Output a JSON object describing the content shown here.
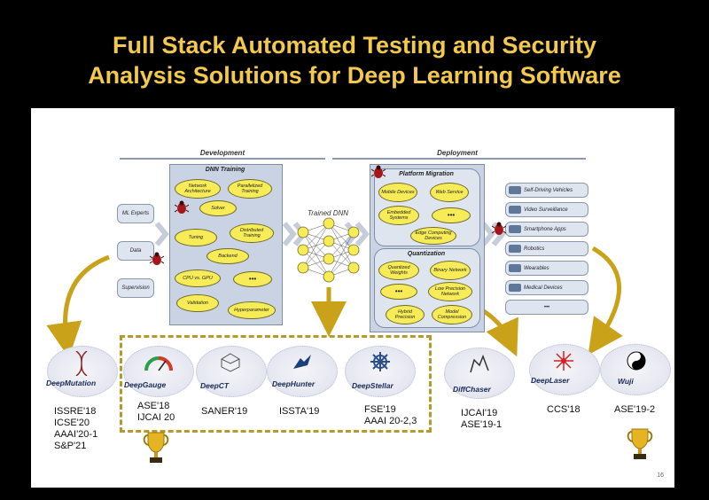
{
  "title": {
    "line1": "Full Stack Automated Testing and Security",
    "line2": "Analysis Solutions for Deep Learning Software"
  },
  "diagram": {
    "development_label": "Development",
    "deployment_label": "Deployment",
    "inputs": [
      "ML Experts",
      "Data",
      "Supervision"
    ],
    "dnn_training": {
      "title": "DNN Training",
      "items": [
        "Network Architecture",
        "Parallelized Training",
        "Solver",
        "Tuning",
        "Distributed Training",
        "Backend",
        "CPU vs. GPU",
        "•••",
        "Validation",
        "Hyperparameter"
      ]
    },
    "trained_dnn_label": "Trained DNN",
    "platform_migration": {
      "title": "Platform Migration",
      "items": [
        "Mobile Devices",
        "Web Service",
        "Embedded Systems",
        "•••",
        "Edge Computing Devices"
      ]
    },
    "quantization": {
      "title": "Quantization",
      "items": [
        "Quantized Weights",
        "Binary Network",
        "•••",
        "Low Precision Network",
        "Hybrid Precision",
        "Model Compression"
      ]
    },
    "applications": [
      "Self-Driving Vehicles",
      "Video Surveillance",
      "Smartphone Apps",
      "Robotics",
      "Wearables",
      "Medical Devices",
      "•••"
    ]
  },
  "tools": [
    {
      "name": "DeepMutation",
      "venues": [
        "ISSRE'18",
        "ICSE'20",
        "AAAI'20-1",
        "S&P'21"
      ]
    },
    {
      "name": "DeepGauge",
      "venues": [
        "ASE'18",
        "IJCAI 20"
      ]
    },
    {
      "name": "DeepCT",
      "venues": [
        "SANER'19"
      ]
    },
    {
      "name": "DeepHunter",
      "venues": [
        "ISSTA'19"
      ]
    },
    {
      "name": "DeepStellar",
      "venues": [
        "FSE'19",
        "AAAI 20-2,3"
      ]
    },
    {
      "name": "DiffChaser",
      "venues": [
        "IJCAI'19",
        "ASE'19-1"
      ]
    },
    {
      "name": "DeepLaser",
      "venues": [
        "CCS'18"
      ]
    },
    {
      "name": "Wuji",
      "venues": [
        "ASE'19-2"
      ]
    }
  ],
  "page_number": "16",
  "colors": {
    "title": "#f2c94c",
    "ellipse": "#f7ec57",
    "panel": "#c9d3e3",
    "arrow": "#c9a21a",
    "dashed_box": "#b59a2a"
  }
}
